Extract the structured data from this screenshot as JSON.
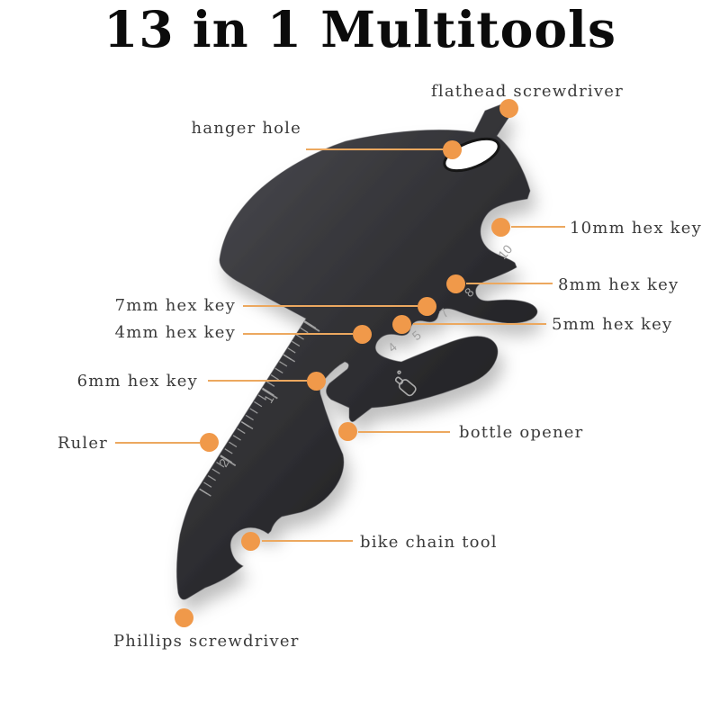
{
  "title": "13 in 1 Multitools",
  "colors": {
    "marker": "#F0994A",
    "leader_line": "#ECA85F",
    "label_text": "#3A3A3A",
    "title_text": "#0B0B0B",
    "tool_dark": "#2B2B2E"
  },
  "tool": {
    "alt": "black 13-in-1 multitool card",
    "engravings": {
      "hex10": "10",
      "hex8": "8",
      "hex7": "7",
      "hex5": "5",
      "hex4": "4",
      "ruler_1": "1",
      "ruler_2": "2"
    }
  },
  "annotations": {
    "flathead": {
      "label": "flathead screwdriver"
    },
    "hanger": {
      "label": "hanger hole"
    },
    "hex10": {
      "label": "10mm hex key"
    },
    "hex8": {
      "label": "8mm hex key"
    },
    "hex7": {
      "label": "7mm hex key"
    },
    "hex5": {
      "label": "5mm hex key"
    },
    "hex4": {
      "label": "4mm hex key"
    },
    "hex6": {
      "label": "6mm hex key"
    },
    "ruler": {
      "label": "Ruler"
    },
    "bottle": {
      "label": "bottle opener"
    },
    "chain": {
      "label": "bike chain tool"
    },
    "phillips": {
      "label": "Phillips screwdriver"
    }
  }
}
